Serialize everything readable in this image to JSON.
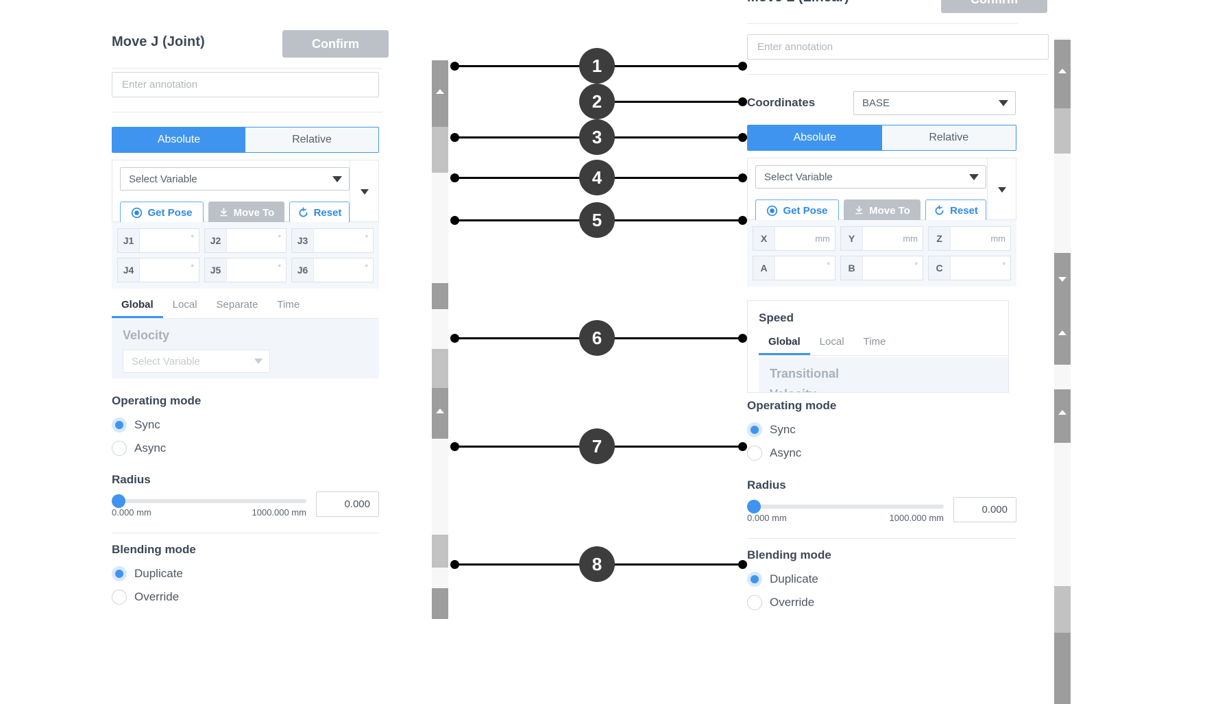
{
  "left_panel": {
    "title": "Move J (Joint)",
    "confirm_label": "Confirm",
    "annotation_placeholder": "Enter annotation",
    "mode_tabs": {
      "absolute": "Absolute",
      "relative": "Relative"
    },
    "variable_select": "Select Variable",
    "buttons": {
      "get_pose": "Get Pose",
      "move_to": "Move To",
      "reset": "Reset"
    },
    "joint_fields": [
      {
        "label": "J1",
        "value": "",
        "unit": "°"
      },
      {
        "label": "J2",
        "value": "",
        "unit": "°"
      },
      {
        "label": "J3",
        "value": "",
        "unit": "°"
      },
      {
        "label": "J4",
        "value": "",
        "unit": "°"
      },
      {
        "label": "J5",
        "value": "",
        "unit": "°"
      },
      {
        "label": "J6",
        "value": "",
        "unit": "°"
      }
    ],
    "speed_tabs": [
      "Global",
      "Local",
      "Separate",
      "Time"
    ],
    "speed_active_tab": "Global",
    "velocity_label": "Velocity",
    "velocity_select": "Select Variable",
    "operating_mode": {
      "title": "Operating mode",
      "options": [
        "Sync",
        "Async"
      ],
      "selected": "Sync"
    },
    "radius": {
      "title": "Radius",
      "min_label": "0.000 mm",
      "max_label": "1000.000 mm",
      "value": "0.000"
    },
    "blending_mode": {
      "title": "Blending mode",
      "options": [
        "Duplicate",
        "Override"
      ],
      "selected": "Duplicate"
    }
  },
  "right_panel": {
    "title": "Move L (Linear)",
    "confirm_label": "Confirm",
    "annotation_placeholder": "Enter annotation",
    "coordinates_label": "Coordinates",
    "coordinates_value": "BASE",
    "mode_tabs": {
      "absolute": "Absolute",
      "relative": "Relative"
    },
    "variable_select": "Select Variable",
    "buttons": {
      "get_pose": "Get Pose",
      "move_to": "Move To",
      "reset": "Reset"
    },
    "pose_fields": [
      {
        "label": "X",
        "value": "",
        "unit": "mm"
      },
      {
        "label": "Y",
        "value": "",
        "unit": "mm"
      },
      {
        "label": "Z",
        "value": "",
        "unit": "mm"
      },
      {
        "label": "A",
        "value": "",
        "unit": "°"
      },
      {
        "label": "B",
        "value": "",
        "unit": "°"
      },
      {
        "label": "C",
        "value": "",
        "unit": "°"
      }
    ],
    "speed": {
      "title": "Speed",
      "tabs": [
        "Global",
        "Local",
        "Time"
      ],
      "active_tab": "Global",
      "transitional_label": "Transitional",
      "velocity_label": "Velocity"
    },
    "operating_mode": {
      "title": "Operating mode",
      "options": [
        "Sync",
        "Async"
      ],
      "selected": "Sync"
    },
    "radius": {
      "title": "Radius",
      "min_label": "0.000 mm",
      "max_label": "1000.000 mm",
      "value": "0.000"
    },
    "blending_mode": {
      "title": "Blending mode",
      "options": [
        "Duplicate",
        "Override"
      ],
      "selected": "Duplicate"
    }
  },
  "callouts": [
    {
      "n": "1"
    },
    {
      "n": "2"
    },
    {
      "n": "3"
    },
    {
      "n": "4"
    },
    {
      "n": "5"
    },
    {
      "n": "6"
    },
    {
      "n": "7"
    },
    {
      "n": "8"
    }
  ],
  "colors": {
    "accent": "#3f94f0",
    "confirm_grey": "#bcc1c8",
    "callout_circle": "#3d3d3d",
    "text_dark": "#3c4858",
    "panel_bg": "#f2f6fb"
  }
}
